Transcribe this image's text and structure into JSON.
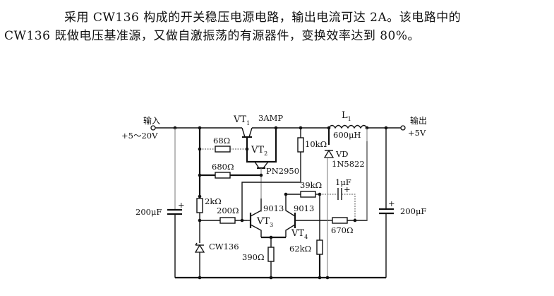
{
  "text": {
    "line1": "采用 CW136 构成的开关稳压电源电路，输出电流可达 2A。该电路中的",
    "line2": "CW136 既做电压基准源，又做自激振荡的有源器件，变换效率达到 80%。"
  },
  "circuit": {
    "input": {
      "label": "输入",
      "voltage": "+5～20V"
    },
    "output": {
      "label": "输出",
      "voltage": "+5V"
    },
    "transistors": {
      "vt1": {
        "name": "VT",
        "sub": "1",
        "part": "3AMP"
      },
      "vt2": {
        "name": "VT",
        "sub": "2",
        "part": "PN2950"
      },
      "vt3": {
        "name": "VT",
        "sub": "3",
        "part": "9013"
      },
      "vt4": {
        "name": "VT",
        "sub": "4",
        "part": "9013"
      }
    },
    "inductor": {
      "name": "L",
      "sub": "1",
      "value": "600μH"
    },
    "diode": {
      "name": "VD",
      "part": "1N5822"
    },
    "reference": {
      "part": "CW136"
    },
    "resistors": {
      "r68": "68Ω",
      "r680": "680Ω",
      "r10k": "10kΩ",
      "r2k": "2kΩ",
      "r200": "200Ω",
      "r39k": "39kΩ",
      "r390": "390Ω",
      "r62k": "62kΩ",
      "r670": "670Ω"
    },
    "capacitors": {
      "c_in": "200μF",
      "c_fb": "1μF",
      "c_out": "200μF"
    },
    "plus_sign": "+"
  }
}
